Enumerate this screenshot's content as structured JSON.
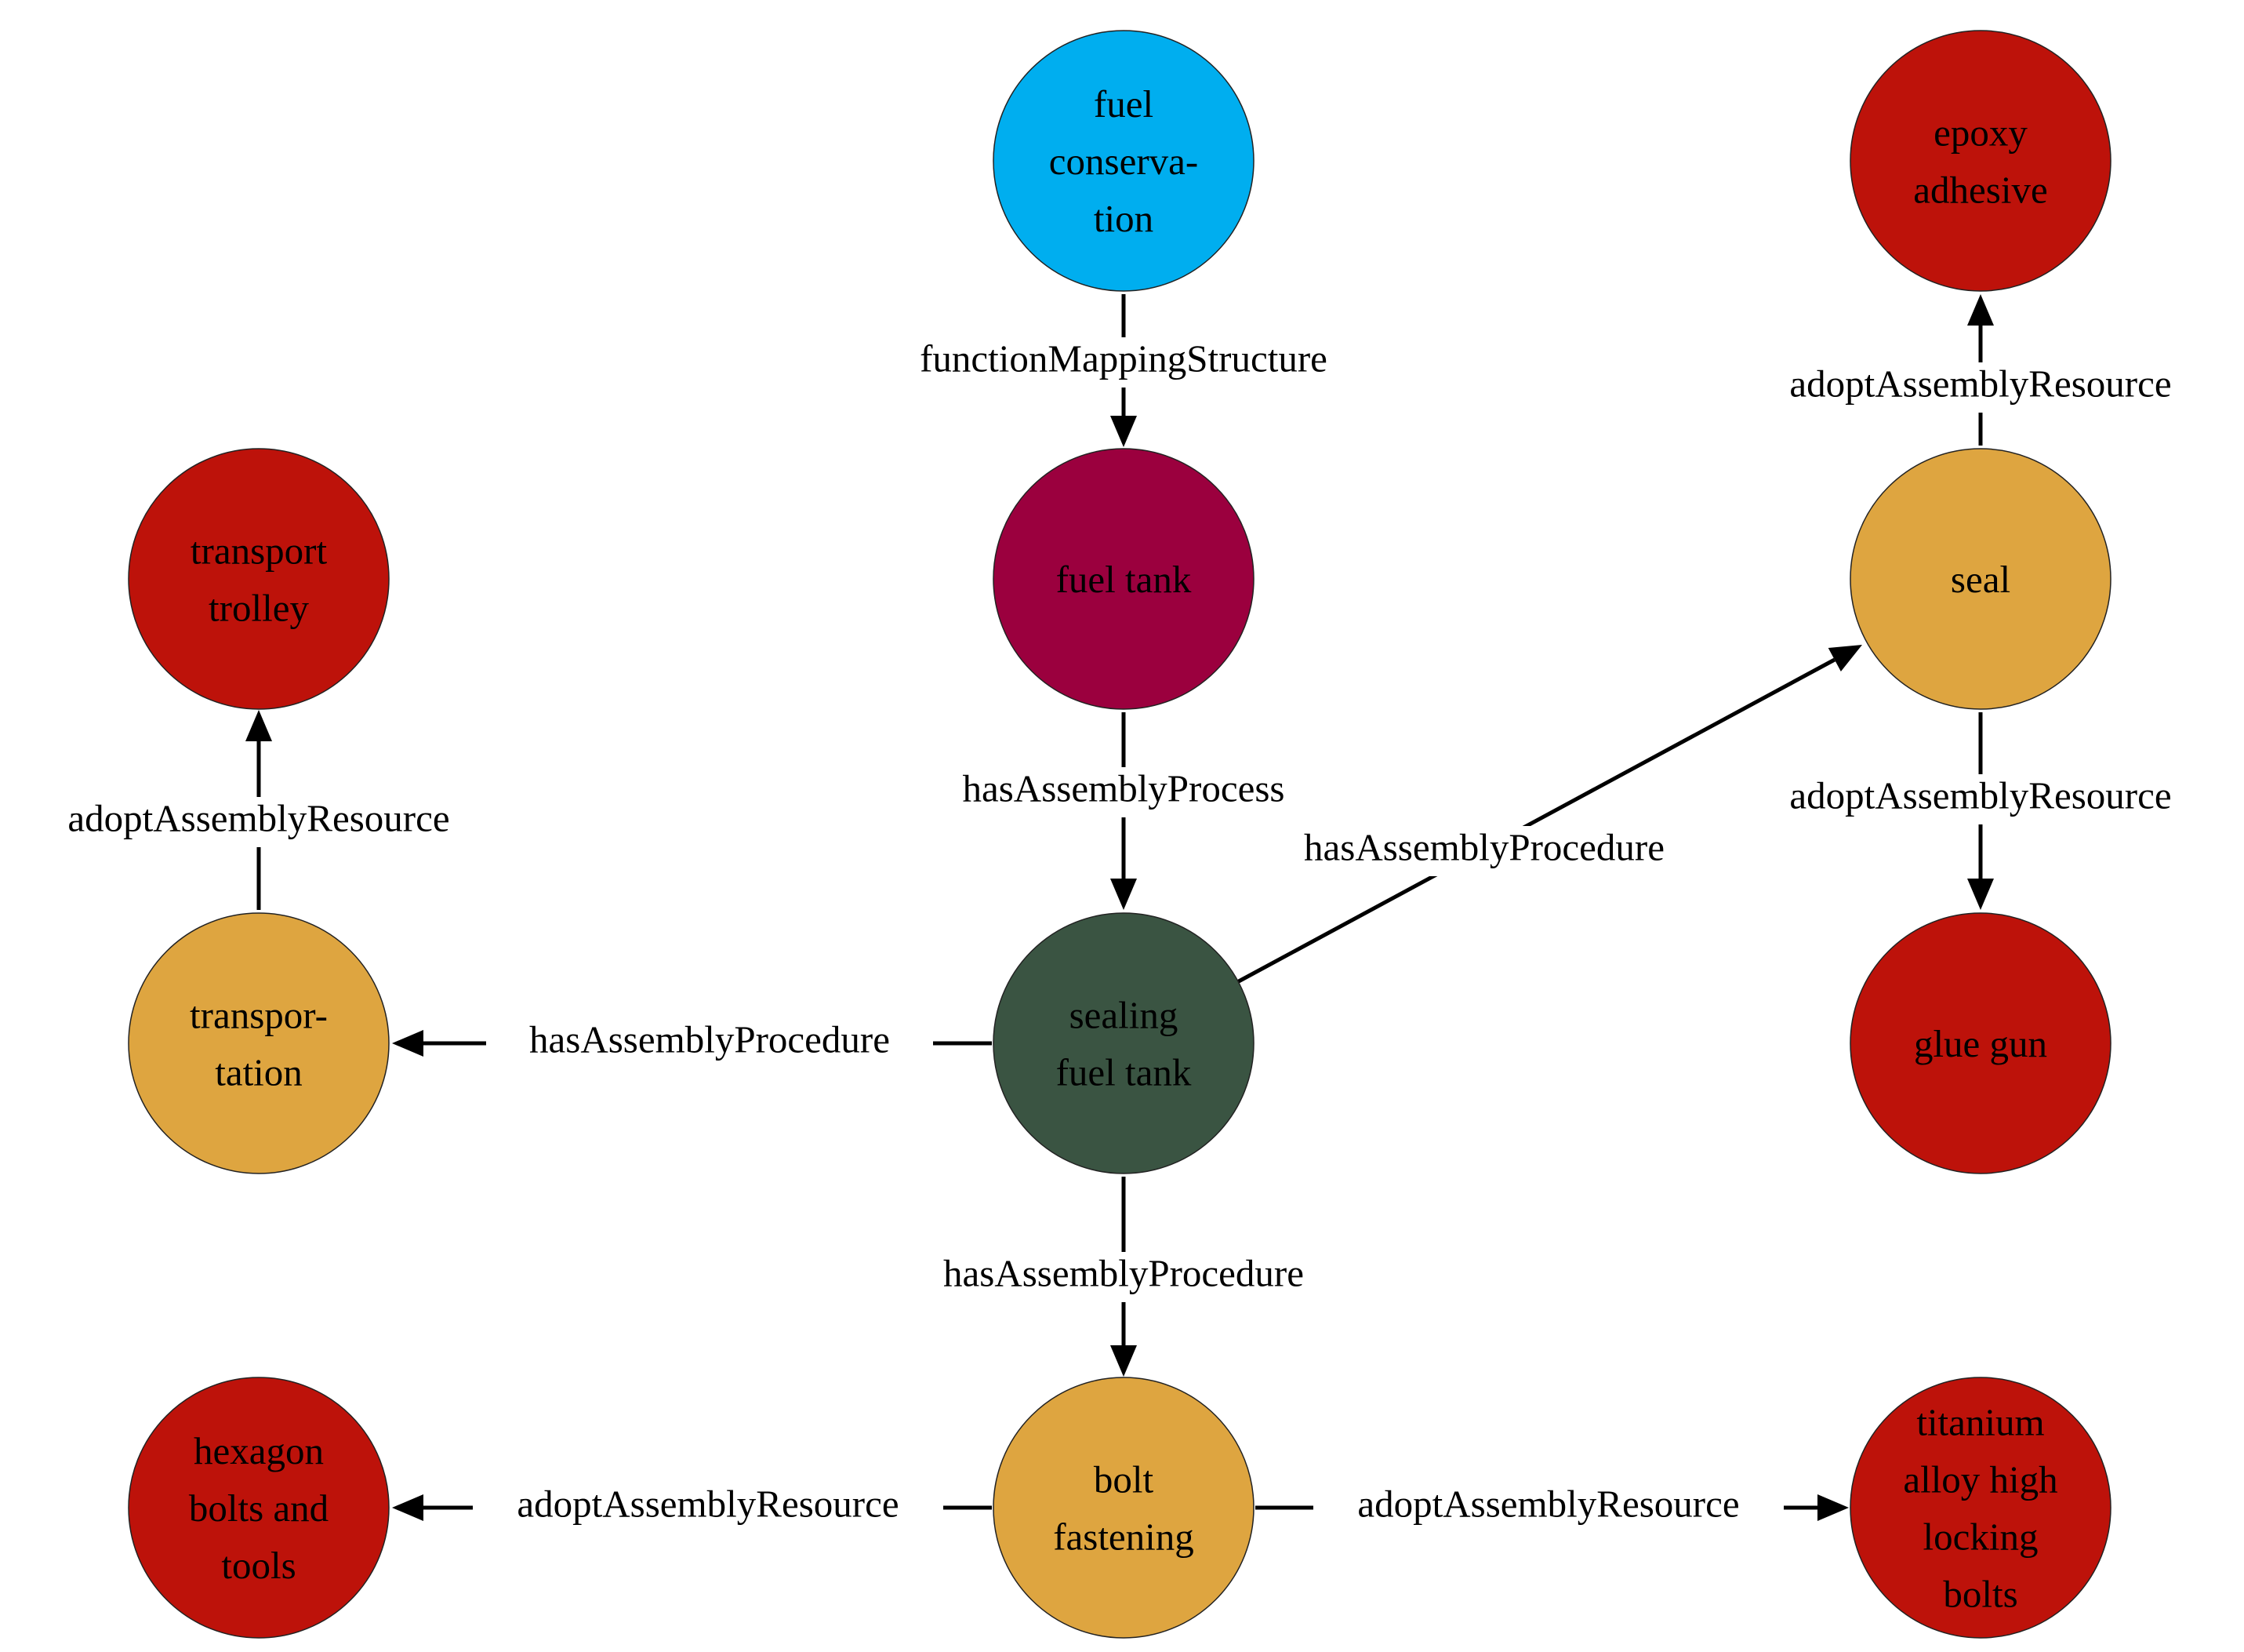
{
  "colors": {
    "function": "#00AEEF",
    "structure": "#9B003E",
    "process": "#3A5442",
    "procedure": "#DEA540",
    "resource": "#BD120A"
  },
  "nodes": [
    {
      "id": "fuel-conservation",
      "lines": [
        "fuel",
        "conserva-",
        "tion"
      ],
      "kind": "function"
    },
    {
      "id": "fuel-tank",
      "lines": [
        "fuel tank"
      ],
      "kind": "structure"
    },
    {
      "id": "sealing-fuel-tank",
      "lines": [
        "sealing",
        "fuel tank"
      ],
      "kind": "process"
    },
    {
      "id": "transportation",
      "lines": [
        "transpor-",
        "tation"
      ],
      "kind": "procedure"
    },
    {
      "id": "seal",
      "lines": [
        "seal"
      ],
      "kind": "procedure"
    },
    {
      "id": "bolt-fastening",
      "lines": [
        "bolt",
        "fastening"
      ],
      "kind": "procedure"
    },
    {
      "id": "transport-trolley",
      "lines": [
        "transport",
        "trolley"
      ],
      "kind": "resource"
    },
    {
      "id": "epoxy-adhesive",
      "lines": [
        "epoxy",
        "adhesive"
      ],
      "kind": "resource"
    },
    {
      "id": "glue-gun",
      "lines": [
        "glue gun"
      ],
      "kind": "resource"
    },
    {
      "id": "hexagon-bolts-and-tools",
      "lines": [
        "hexagon",
        "bolts and",
        "tools"
      ],
      "kind": "resource"
    },
    {
      "id": "titanium-alloy-high-locking-bolts",
      "lines": [
        "titanium",
        "alloy high",
        "locking",
        "bolts"
      ],
      "kind": "resource"
    }
  ],
  "edges": [
    {
      "from": "fuel-conservation",
      "to": "fuel-tank",
      "label": "functionMappingStructure"
    },
    {
      "from": "fuel-tank",
      "to": "sealing-fuel-tank",
      "label": "hasAssemblyProcess"
    },
    {
      "from": "sealing-fuel-tank",
      "to": "transportation",
      "label": "hasAssemblyProcedure"
    },
    {
      "from": "sealing-fuel-tank",
      "to": "seal",
      "label": "hasAssemblyProcedure"
    },
    {
      "from": "sealing-fuel-tank",
      "to": "bolt-fastening",
      "label": "hasAssemblyProcedure"
    },
    {
      "from": "transportation",
      "to": "transport-trolley",
      "label": "adoptAssemblyResource"
    },
    {
      "from": "seal",
      "to": "epoxy-adhesive",
      "label": "adoptAssemblyResource"
    },
    {
      "from": "seal",
      "to": "glue-gun",
      "label": "adoptAssemblyResource"
    },
    {
      "from": "bolt-fastening",
      "to": "hexagon-bolts-and-tools",
      "label": "adoptAssemblyResource"
    },
    {
      "from": "bolt-fastening",
      "to": "titanium-alloy-high-locking-bolts",
      "label": "adoptAssemblyResource"
    }
  ]
}
